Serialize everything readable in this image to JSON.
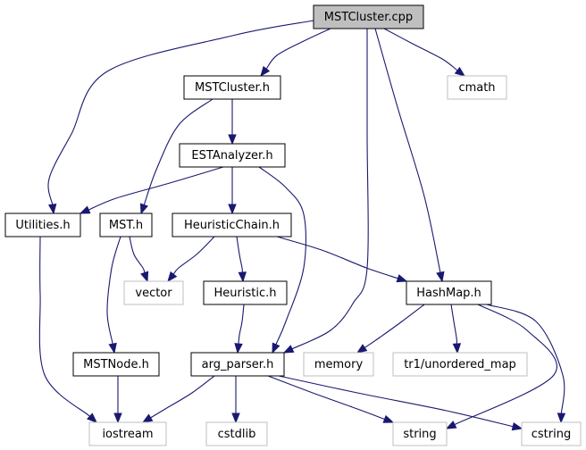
{
  "diagram": {
    "colors": {
      "edge": "#191970",
      "root_fill": "#bfbfbf",
      "local_border": "#000000",
      "system_border": "#bfbfbf",
      "background": "#ffffff"
    },
    "nodes": [
      {
        "id": "mstcluster-cpp",
        "label": "MSTCluster.cpp",
        "kind": "root"
      },
      {
        "id": "mstcluster-h",
        "label": "MSTCluster.h",
        "kind": "local"
      },
      {
        "id": "cmath",
        "label": "cmath",
        "kind": "system"
      },
      {
        "id": "estanalyzer-h",
        "label": "ESTAnalyzer.h",
        "kind": "local"
      },
      {
        "id": "utilities-h",
        "label": "Utilities.h",
        "kind": "local"
      },
      {
        "id": "mst-h",
        "label": "MST.h",
        "kind": "local"
      },
      {
        "id": "heuristicchain-h",
        "label": "HeuristicChain.h",
        "kind": "local"
      },
      {
        "id": "vector",
        "label": "vector",
        "kind": "system"
      },
      {
        "id": "heuristic-h",
        "label": "Heuristic.h",
        "kind": "local"
      },
      {
        "id": "hashmap-h",
        "label": "HashMap.h",
        "kind": "local"
      },
      {
        "id": "mstnode-h",
        "label": "MSTNode.h",
        "kind": "local"
      },
      {
        "id": "arg-parser-h",
        "label": "arg_parser.h",
        "kind": "local"
      },
      {
        "id": "memory",
        "label": "memory",
        "kind": "system"
      },
      {
        "id": "tr1-unordered-map",
        "label": "tr1/unordered_map",
        "kind": "system"
      },
      {
        "id": "iostream",
        "label": "iostream",
        "kind": "system"
      },
      {
        "id": "cstdlib",
        "label": "cstdlib",
        "kind": "system"
      },
      {
        "id": "string",
        "label": "string",
        "kind": "system"
      },
      {
        "id": "cstring",
        "label": "cstring",
        "kind": "system"
      }
    ],
    "edges": [
      {
        "from": "mstcluster-cpp",
        "to": "mstcluster-h"
      },
      {
        "from": "mstcluster-cpp",
        "to": "cmath"
      },
      {
        "from": "mstcluster-cpp",
        "to": "utilities-h"
      },
      {
        "from": "mstcluster-cpp",
        "to": "arg-parser-h"
      },
      {
        "from": "mstcluster-cpp",
        "to": "hashmap-h"
      },
      {
        "from": "mstcluster-h",
        "to": "estanalyzer-h"
      },
      {
        "from": "mstcluster-h",
        "to": "mst-h"
      },
      {
        "from": "estanalyzer-h",
        "to": "utilities-h"
      },
      {
        "from": "estanalyzer-h",
        "to": "heuristicchain-h"
      },
      {
        "from": "estanalyzer-h",
        "to": "arg-parser-h"
      },
      {
        "from": "utilities-h",
        "to": "iostream"
      },
      {
        "from": "mst-h",
        "to": "vector"
      },
      {
        "from": "mst-h",
        "to": "mstnode-h"
      },
      {
        "from": "heuristicchain-h",
        "to": "vector"
      },
      {
        "from": "heuristicchain-h",
        "to": "heuristic-h"
      },
      {
        "from": "heuristicchain-h",
        "to": "hashmap-h"
      },
      {
        "from": "heuristic-h",
        "to": "arg-parser-h"
      },
      {
        "from": "hashmap-h",
        "to": "memory"
      },
      {
        "from": "hashmap-h",
        "to": "tr1-unordered-map"
      },
      {
        "from": "hashmap-h",
        "to": "string"
      },
      {
        "from": "hashmap-h",
        "to": "cstring"
      },
      {
        "from": "mstnode-h",
        "to": "iostream"
      },
      {
        "from": "arg-parser-h",
        "to": "iostream"
      },
      {
        "from": "arg-parser-h",
        "to": "cstdlib"
      },
      {
        "from": "arg-parser-h",
        "to": "string"
      },
      {
        "from": "arg-parser-h",
        "to": "cstring"
      }
    ]
  }
}
